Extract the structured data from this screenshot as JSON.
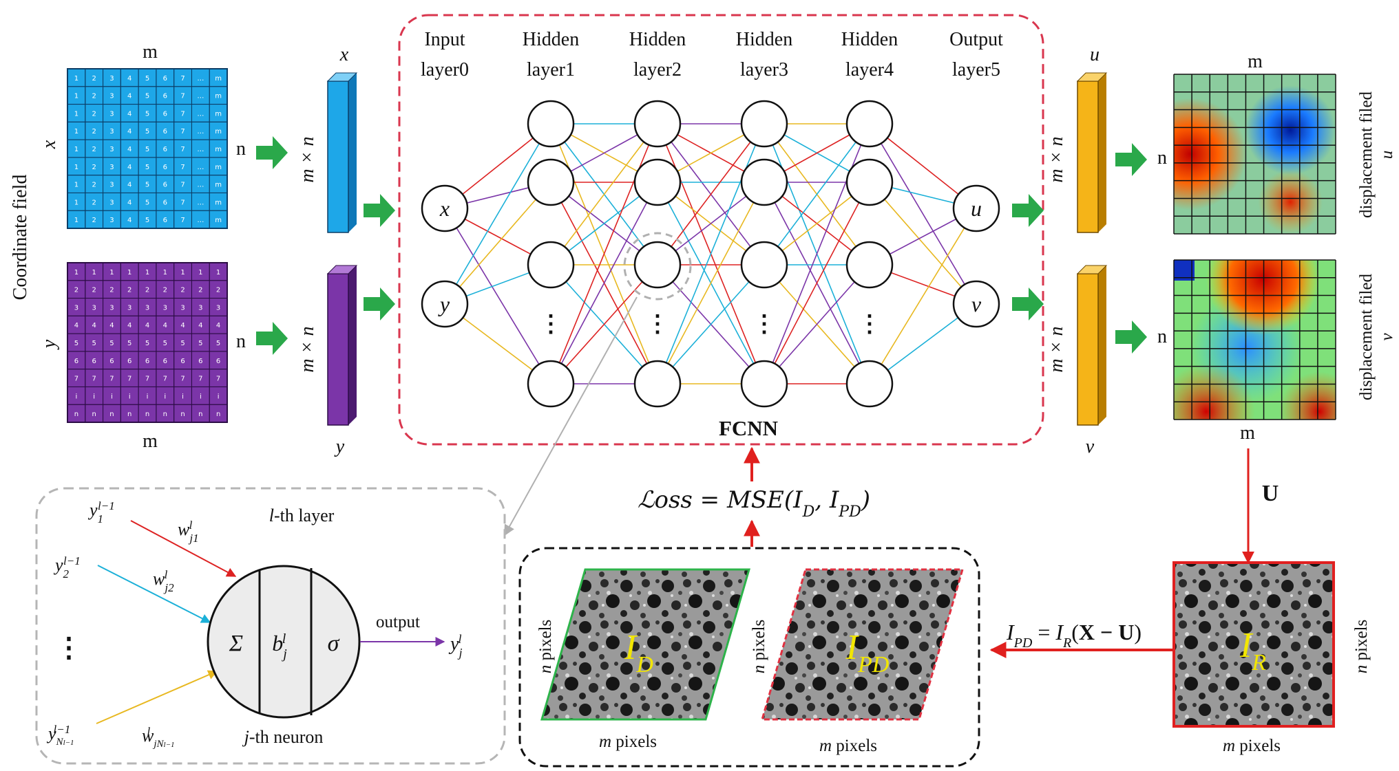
{
  "coordinate_field": {
    "title": "Coordinate field",
    "x_grid": {
      "var": "x",
      "top_label": "m",
      "side_label": "n",
      "rows": [
        [
          "1",
          "2",
          "3",
          "4",
          "5",
          "6",
          "7",
          "…",
          "m"
        ]
      ]
    },
    "y_grid": {
      "var": "y",
      "bottom_label": "m",
      "side_label": "n",
      "row_labels": [
        "1",
        "2",
        "3",
        "4",
        "5",
        "6",
        "7",
        "i",
        "n"
      ]
    }
  },
  "input_vectors": {
    "x_top": "x",
    "y_bottom": "y",
    "dim": "m × n"
  },
  "fcnn": {
    "title": "FCNN",
    "layers": [
      {
        "line1": "Input",
        "line2": "layer0"
      },
      {
        "line1": "Hidden",
        "line2": "layer1"
      },
      {
        "line1": "Hidden",
        "line2": "layer2"
      },
      {
        "line1": "Hidden",
        "line2": "layer3"
      },
      {
        "line1": "Hidden",
        "line2": "layer4"
      },
      {
        "line1": "Output",
        "line2": "layer5"
      }
    ],
    "input_nodes": [
      "x",
      "y"
    ],
    "output_nodes": [
      "u",
      "v"
    ],
    "ellipsis": "⋮"
  },
  "output_vectors": {
    "u_top": "u",
    "v_bottom": "v",
    "dim": "m × n"
  },
  "displacement": {
    "top_label": "m",
    "bottom_label": "m",
    "side_label": "n",
    "u_label_line1": "displacement filed",
    "u_label_line2": "u",
    "v_label_line1": "displacement filed",
    "v_label_line2": "v",
    "U_label": "U"
  },
  "neuron": {
    "layer_title": "l-th layer",
    "neuron_title": "j-th neuron",
    "inputs": [
      "y₁ˡ⁻¹",
      "y₂ˡ⁻¹",
      "yɴˡ⁻¹"
    ],
    "weights": [
      "wʲ₁ˡ",
      "wʲ₂ˡ",
      "wʲɴˡ"
    ],
    "dots": "⋮",
    "sigma_sum": "Σ",
    "bias": "b",
    "activation": "σ",
    "output_label": "output",
    "output_var": "y"
  },
  "loss": {
    "text": "ℒoss = MSE(I",
    "full": "𝓛oss = MSE(I_D, I_PD)"
  },
  "images": {
    "ID_label": "I",
    "ID_sub": "D",
    "IPD_label": "I",
    "IPD_sub": "PD",
    "IR_label": "I",
    "IR_sub": "R",
    "n_pixels": "pixels",
    "n": "n",
    "m_pixels": "pixels",
    "m": "m",
    "warp_eq": "= I"
  },
  "colors": {
    "x_grid": "#1ea7e8",
    "y_grid": "#7b35a8",
    "u_bar": "#f5b418",
    "fcnn_border": "#d9364e",
    "arrow_green": "#2aa84a",
    "arrow_red": "#e0201e",
    "neuron_box": "#b5b5b5",
    "id_border": "#2db34a",
    "ipd_border": "#e03040",
    "ir_border": "#e02020",
    "image_label": "#f2e600"
  }
}
